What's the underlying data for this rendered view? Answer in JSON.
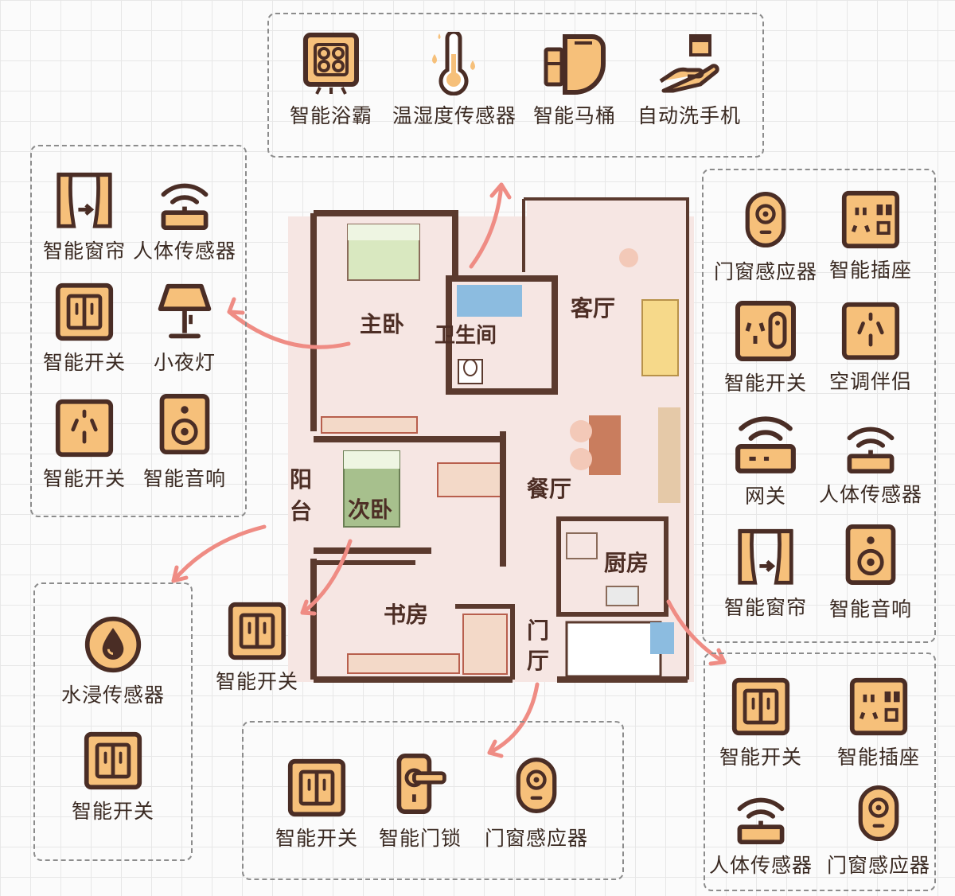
{
  "colors": {
    "icon_fill": "#f6c07a",
    "icon_line": "#4a2d25",
    "arrow": "#ef8c84",
    "wall": "#5b3a2e",
    "floor": "#f6e6e3"
  },
  "groups": {
    "top": [
      {
        "label": "智能浴霸",
        "icon": "bath-heater-icon"
      },
      {
        "label": "温湿度传感器",
        "icon": "thermometer-icon"
      },
      {
        "label": "智能马桶",
        "icon": "smart-toilet-icon"
      },
      {
        "label": "自动洗手机",
        "icon": "hand-soap-icon"
      }
    ],
    "left": [
      {
        "label": "智能窗帘",
        "icon": "curtain-icon"
      },
      {
        "label": "人体传感器",
        "icon": "motion-sensor-icon"
      },
      {
        "label": "智能开关",
        "icon": "switch-icon"
      },
      {
        "label": "小夜灯",
        "icon": "night-lamp-icon"
      },
      {
        "label": "智能开关",
        "icon": "socket-icon"
      },
      {
        "label": "智能音响",
        "icon": "speaker-icon"
      }
    ],
    "right": [
      {
        "label": "门窗感应器",
        "icon": "door-sensor-icon"
      },
      {
        "label": "智能插座",
        "icon": "power-strip-icon"
      },
      {
        "label": "智能开关",
        "icon": "switch-socket-icon"
      },
      {
        "label": "空调伴侣",
        "icon": "ac-companion-icon"
      },
      {
        "label": "网关",
        "icon": "gateway-icon"
      },
      {
        "label": "人体传感器",
        "icon": "motion-sensor-icon"
      },
      {
        "label": "智能窗帘",
        "icon": "curtain-icon"
      },
      {
        "label": "智能音响",
        "icon": "speaker-icon"
      }
    ],
    "bottom_left": [
      {
        "label": "水浸传感器",
        "icon": "water-leak-sensor-icon"
      },
      {
        "label": "智能开关",
        "icon": "switch-icon"
      }
    ],
    "study": [
      {
        "label": "智能开关",
        "icon": "switch-icon"
      }
    ],
    "bottom": [
      {
        "label": "智能开关",
        "icon": "switch-icon"
      },
      {
        "label": "智能门锁",
        "icon": "door-lock-icon"
      },
      {
        "label": "门窗感应器",
        "icon": "door-sensor-icon"
      }
    ],
    "bottom_right": [
      {
        "label": "智能开关",
        "icon": "switch-icon"
      },
      {
        "label": "智能插座",
        "icon": "power-strip-icon"
      },
      {
        "label": "人体传感器",
        "icon": "motion-sensor-icon"
      },
      {
        "label": "门窗感应器",
        "icon": "door-sensor-icon"
      }
    ]
  },
  "floorplan": {
    "rooms": {
      "master_bedroom": "主卧",
      "bathroom": "卫生间",
      "living_room": "客厅",
      "second_bedroom": "次卧",
      "balcony_1": "阳",
      "balcony_2": "台",
      "dining_room": "餐厅",
      "kitchen": "厨房",
      "study": "书房",
      "entrance_1": "门",
      "entrance_2": "厅"
    }
  }
}
